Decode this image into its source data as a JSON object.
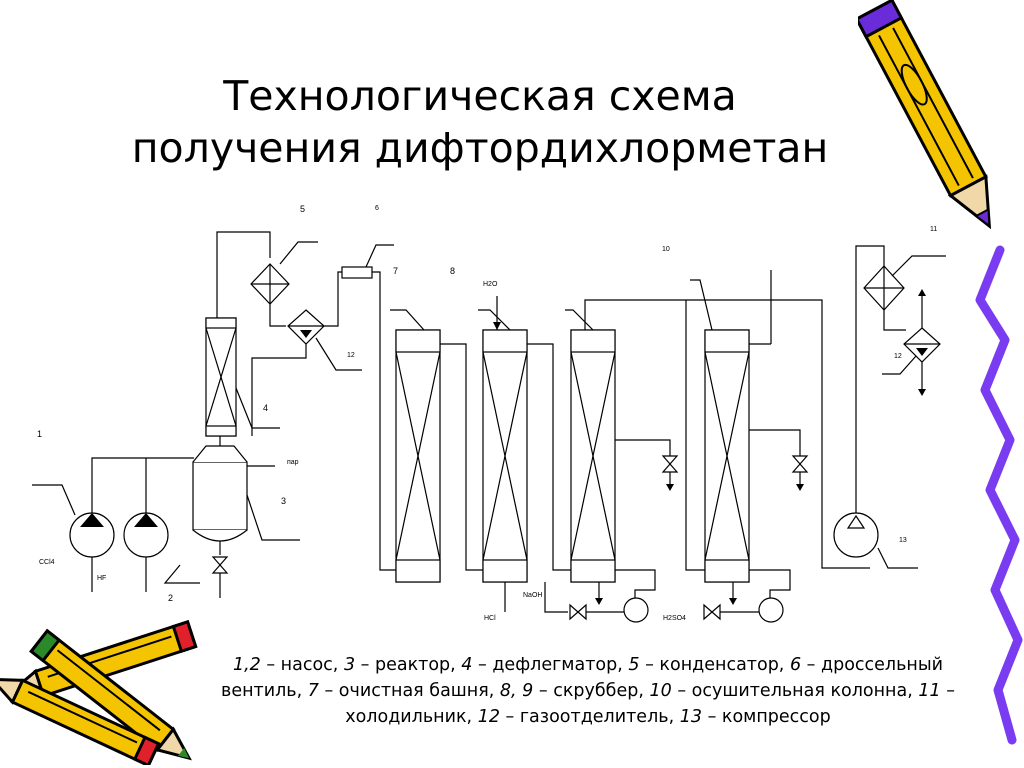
{
  "title": {
    "line1": "Технологическая схема",
    "line2": "получения дифтордихлорметан"
  },
  "labels": {
    "n1": "1",
    "n2": "2",
    "n3": "3",
    "n4": "4",
    "n5": "5",
    "n6": "6",
    "n7": "7",
    "n8": "8",
    "n10": "10",
    "n11": "11",
    "n12a": "12",
    "n12b": "12",
    "n13": "13",
    "par": "пар",
    "h2o": "H2O",
    "ccl4": "CCl4",
    "hf": "HF",
    "naoh": "NaOH",
    "hcl": "HCl",
    "h2so4": "H2SO4"
  },
  "legend": [
    {
      "num": "1,2",
      "text": "насос,"
    },
    {
      "num": "3",
      "text": "реактор,"
    },
    {
      "num": "4",
      "text": "дефлегматор,"
    },
    {
      "num": "5",
      "text": "конденсатор,"
    },
    {
      "num": "6",
      "text": "дроссельный вентиль,"
    },
    {
      "num": "7",
      "text": "очистная башня,"
    },
    {
      "num": "8, 9",
      "text": "скруббер,"
    },
    {
      "num": "10",
      "text": "осушительная колонна,"
    },
    {
      "num": "11",
      "text": "холодильник,"
    },
    {
      "num": "12",
      "text": "газоотделитель,"
    },
    {
      "num": "13",
      "text": "компрессор"
    }
  ],
  "colors": {
    "pencil_body": "#f5c400",
    "pencil_outline": "#000000",
    "pencil_tip_purple": "#6a2bd8",
    "pencil_tip_red": "#e0202a",
    "pencil_tip_green": "#2a8a2a",
    "border_purple": "#7a3cf0"
  },
  "icons": [
    "pencil-icon",
    "crossed-pencils-icon",
    "purple-scribble"
  ]
}
